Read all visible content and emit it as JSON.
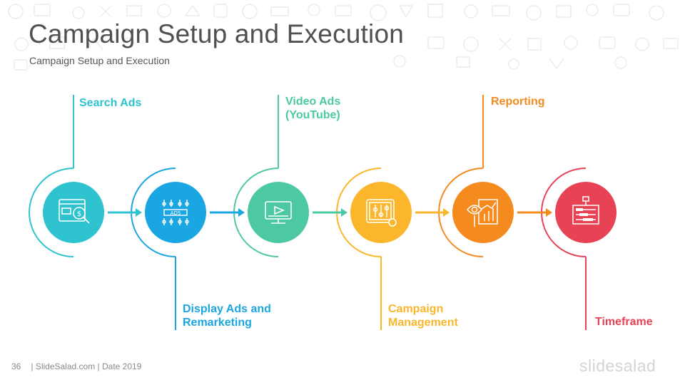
{
  "slide": {
    "title": "Campaign Setup and Execution",
    "subtitle": "Campaign Setup and Execution"
  },
  "steps": [
    {
      "label": "Search Ads",
      "color": "#2ec3cf",
      "icon": "search-ad-monitor-icon"
    },
    {
      "label": "Display Ads and\nRemarketing",
      "color": "#1aa6e2",
      "icon": "ads-banner-icon"
    },
    {
      "label": "Video Ads\n(YouTube)",
      "color": "#4cc8a2",
      "icon": "video-monitor-icon"
    },
    {
      "label": "Campaign\nManagement",
      "color": "#fbb62c",
      "icon": "control-panel-icon"
    },
    {
      "label": "Reporting",
      "color": "#f58a1f",
      "icon": "eye-report-chart-icon"
    },
    {
      "label": "Timeframe",
      "color": "#e84355",
      "icon": "gantt-timeline-icon"
    }
  ],
  "footer": {
    "page_number": "36",
    "text": "| SlideSalad.com | Date 2019"
  },
  "brand": "slidesalad"
}
